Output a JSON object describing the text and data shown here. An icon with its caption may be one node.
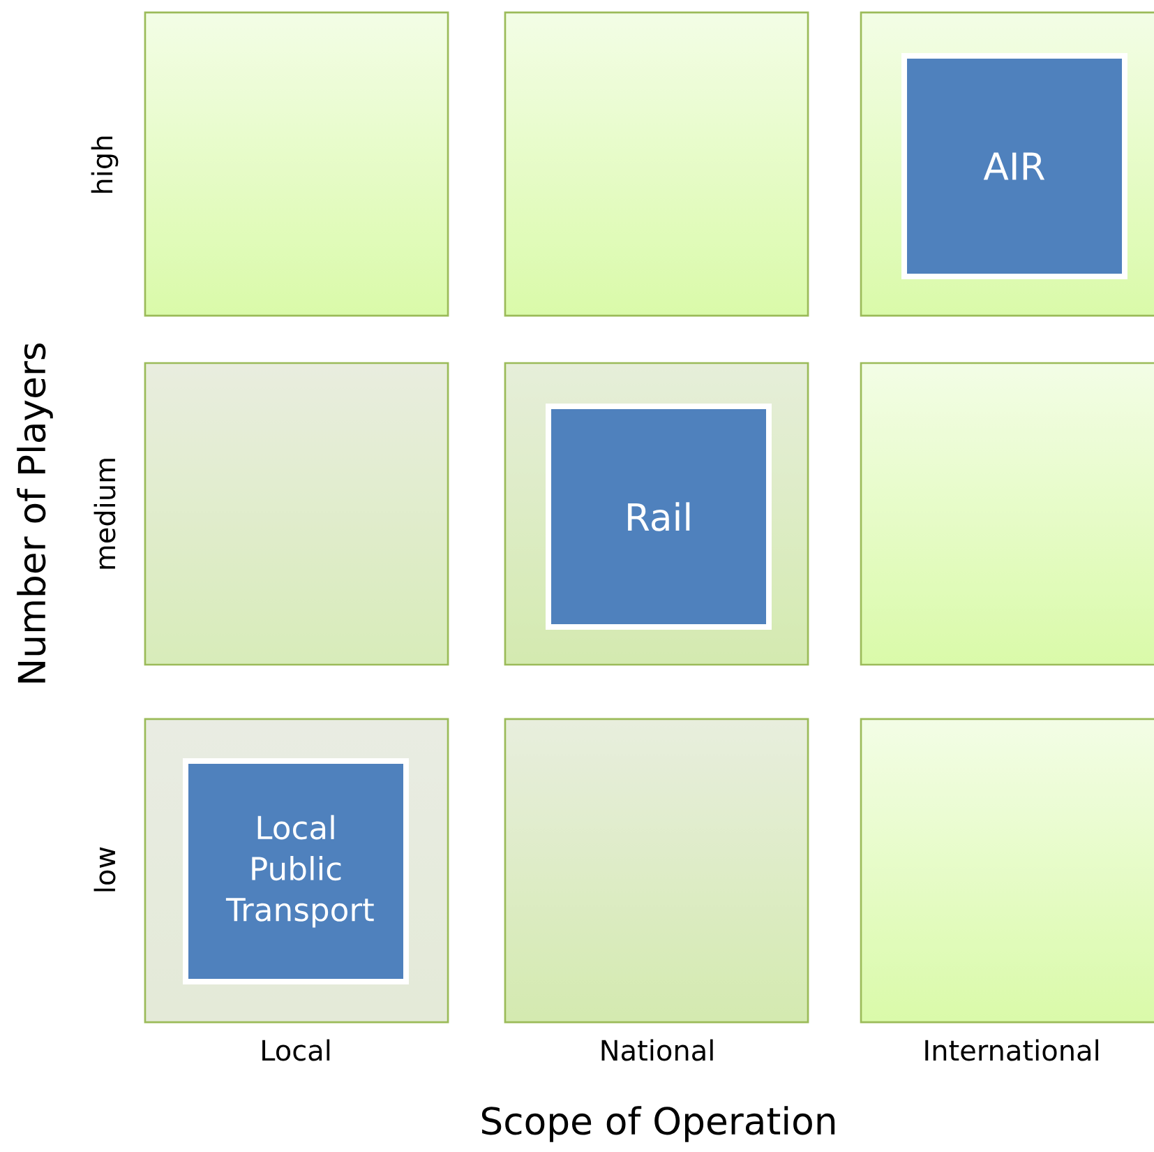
{
  "diagram": {
    "nodes": [
      {
        "text": [],
        "shape": "box"
      },
      {
        "text": [],
        "shape": "box"
      },
      {
        "text": [],
        "shape": "box"
      },
      {
        "text": [
          "AIR"
        ],
        "in": 2
      },
      {
        "text": [],
        "shape": "box"
      },
      {
        "text": [],
        "shape": "box"
      },
      {
        "text": [
          "Rail"
        ],
        "in": 5
      },
      {
        "text": [],
        "shape": "box"
      },
      {
        "text": [],
        "shape": "box"
      },
      {
        "text": [
          "Local Public Transport"
        ],
        "in": 8
      },
      {
        "text": [],
        "shape": "box"
      },
      {
        "text": [],
        "shape": "box"
      }
    ],
    "labels": [
      "high",
      "medium",
      "low",
      "Number of Players",
      "Local",
      "National",
      "International",
      "Scope of Operation"
    ]
  }
}
